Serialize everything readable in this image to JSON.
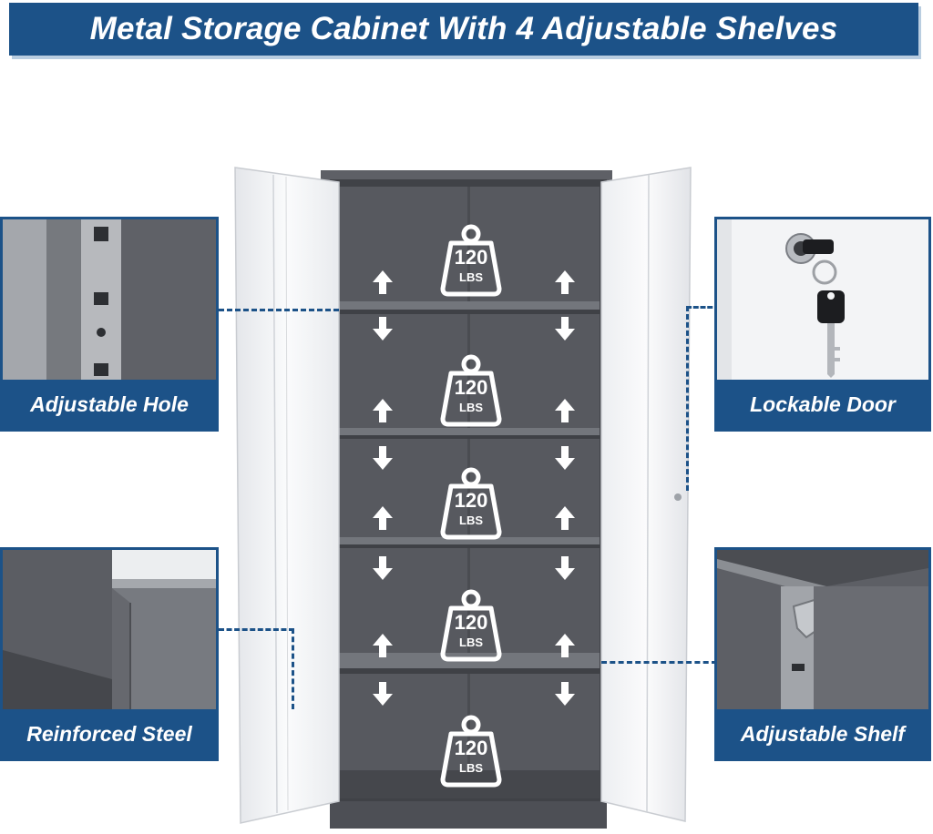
{
  "banner": {
    "title": "Metal Storage Cabinet With 4 Adjustable Shelves"
  },
  "callouts": {
    "adjustable_hole": "Adjustable Hole",
    "lockable_door": "Lockable Door",
    "reinforced_steel": "Reinforced Steel",
    "adjustable_shelf": "Adjustable Shelf"
  },
  "weight_badge": {
    "value": "120",
    "unit": "LBS"
  },
  "colors": {
    "brand_blue": "#1c5288",
    "cabinet_body": "#55575d",
    "door_white": "#f2f3f5"
  },
  "icons": [
    "weight-icon",
    "arrow-up-icon",
    "arrow-down-icon",
    "key-icon",
    "lock-icon"
  ]
}
